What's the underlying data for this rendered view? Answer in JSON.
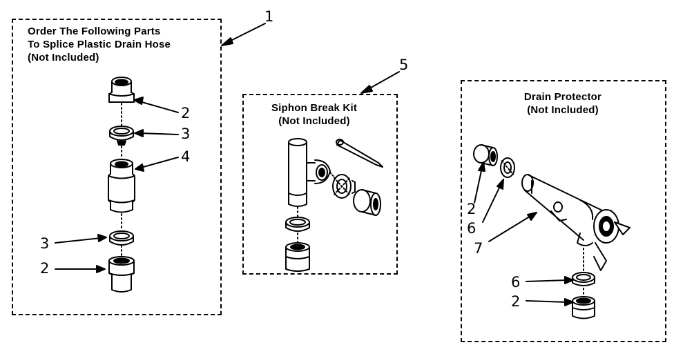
{
  "splice_kit": {
    "heading": [
      "Order The Following Parts",
      "To Splice Plastic Drain Hose",
      "(Not Included)"
    ],
    "callout": "1",
    "labels": [
      "2",
      "3",
      "4",
      "3",
      "2"
    ]
  },
  "siphon_kit": {
    "heading": [
      "Siphon Break Kit",
      "(Not Included)"
    ],
    "callout": "5"
  },
  "drain_protector": {
    "heading": [
      "Drain Protector",
      "(Not Included)"
    ],
    "labels": [
      "2",
      "6",
      "7",
      "6",
      "2"
    ]
  }
}
